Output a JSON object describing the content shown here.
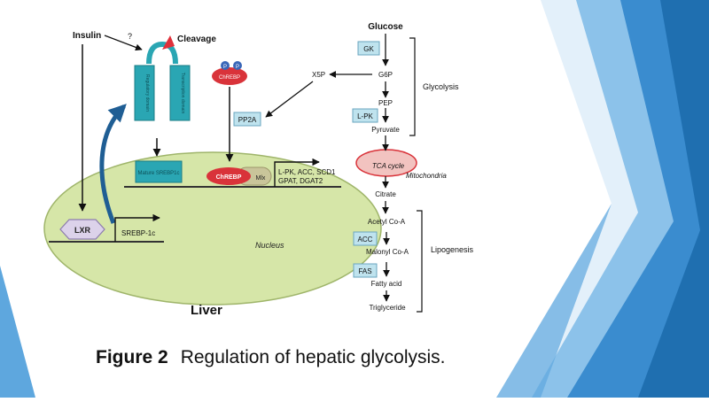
{
  "caption": {
    "figure_label": "Figure 2",
    "text": "Regulation of hepatic glycolysis."
  },
  "diagram": {
    "insulin": "Insulin",
    "question_mark": "?",
    "cleavage": "Cleavage",
    "srebp_left": "Regulatory domain",
    "srebp_right": "Transcription domain",
    "chrebp_top": "ChREBP",
    "phospho_p1": "P",
    "phospho_p2": "P",
    "x5p": "X5P",
    "pp2a": "PP2A",
    "mature_srebp": "Mature SREBP1c",
    "chrebp_nuclear": "ChREBP",
    "mlx": "Mlx",
    "target_genes_1": "L-PK, ACC, SCD1",
    "target_genes_2": "GPAT, DGAT2",
    "lxr": "LXR",
    "srebp_gene": "SREBP-1c",
    "nucleus": "Nucleus",
    "liver": "Liver",
    "glucose": "Glucose",
    "gk": "GK",
    "g6p": "G6P",
    "glycolysis": "Glycolysis",
    "pep": "PEP",
    "lpk": "L-PK",
    "pyruvate": "Pyruvate",
    "tca": "TCA cycle",
    "mitochondria": "Mitochondria",
    "citrate": "Citrate",
    "acetyl_coa": "Acetyl Co-A",
    "acc": "ACC",
    "malonyl_coa": "Malonyl Co-A",
    "lipogenesis": "Lipogenesis",
    "fas": "FAS",
    "fatty_acid": "Fatty acid",
    "triglyceride": "Triglyceride"
  },
  "colors": {
    "slide_blue": "#3a8ccf",
    "slide_blue_dark": "#1f6fb0",
    "nucleus_fill": "#d6e6a8",
    "enzyme_box": "#bfe3ee",
    "chrebp_red": "#d9333a",
    "srebp_teal": "#2aa6b3",
    "lxr_purple": "#dcd2ea"
  }
}
